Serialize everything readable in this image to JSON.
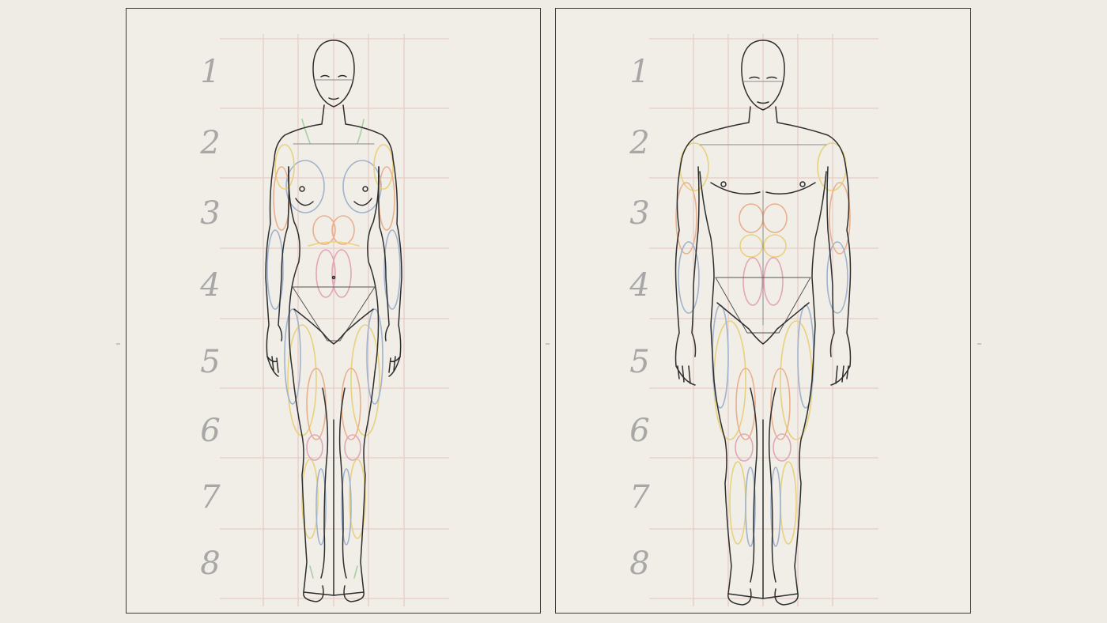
{
  "colors": {
    "background": "#efebe5",
    "panel": "#f1ede7",
    "border": "#3a3a3a",
    "grid": "#e8c3bd",
    "numbers": "#a7a7a7",
    "outline": "#2e2e2e",
    "muscle_blue": "#9fb3cf",
    "muscle_orange": "#eab08c",
    "muscle_yellow": "#e7d27e",
    "muscle_pink": "#e2a7b6",
    "muscle_green": "#a9d0a2"
  },
  "panels": [
    {
      "id": "female",
      "numbers": [
        "1",
        "2",
        "3",
        "4",
        "5",
        "6",
        "7",
        "8"
      ]
    },
    {
      "id": "male",
      "numbers": [
        "1",
        "2",
        "3",
        "4",
        "5",
        "6",
        "7",
        "8"
      ]
    }
  ]
}
